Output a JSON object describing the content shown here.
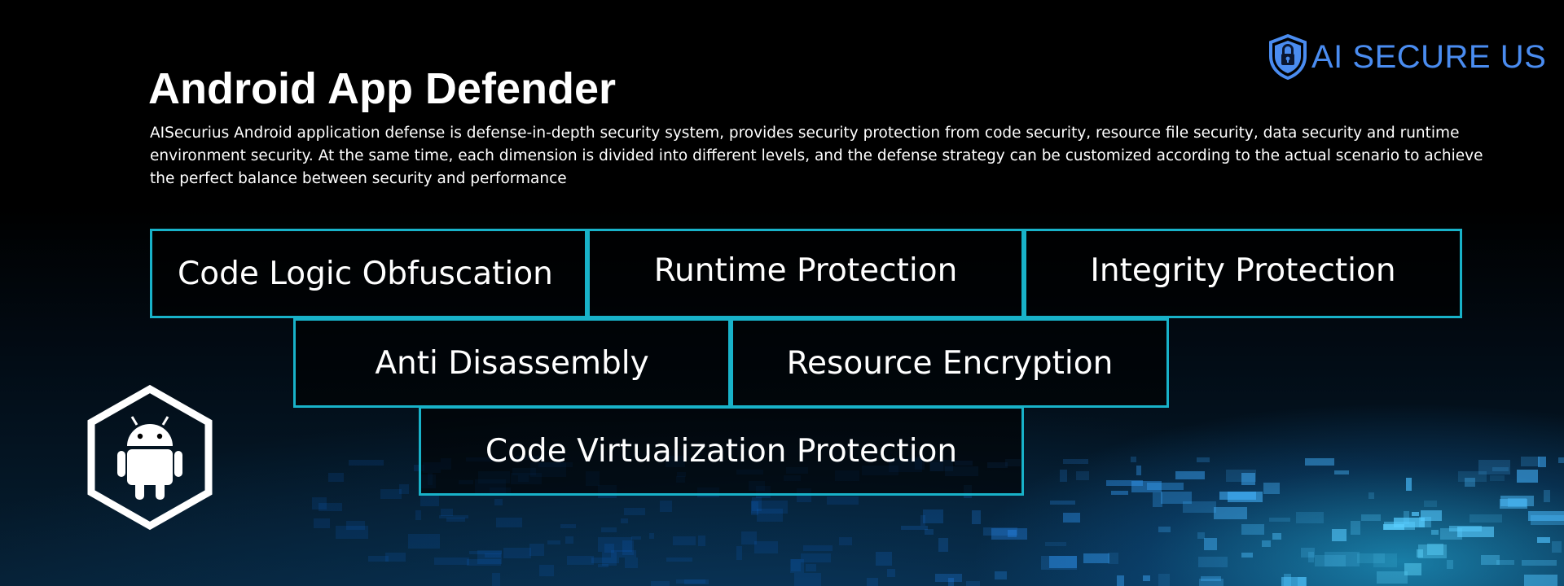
{
  "brand": {
    "logo_text": "AI SECURE US",
    "accent_color": "#4a8cf0",
    "icon": "shield-lock-icon"
  },
  "header": {
    "title": "Android App Defender",
    "description": "AISecurius Android application defense is defense-in-depth security system, provides security protection from code security, resource file security, data security and runtime environment security. At the same time, each dimension is divided into different levels, and the defense strategy can be customized according to the actual scenario to achieve the perfect balance between security and performance"
  },
  "features": [
    "Code Logic Obfuscation",
    "Runtime Protection",
    "Integrity Protection",
    "Anti Disassembly",
    "Resource Encryption",
    "Code Virtualization Protection"
  ],
  "badge": {
    "icon": "android-icon"
  },
  "colors": {
    "box_border": "#18b2c9",
    "background": "#000000",
    "glow": "#28c8ff"
  }
}
